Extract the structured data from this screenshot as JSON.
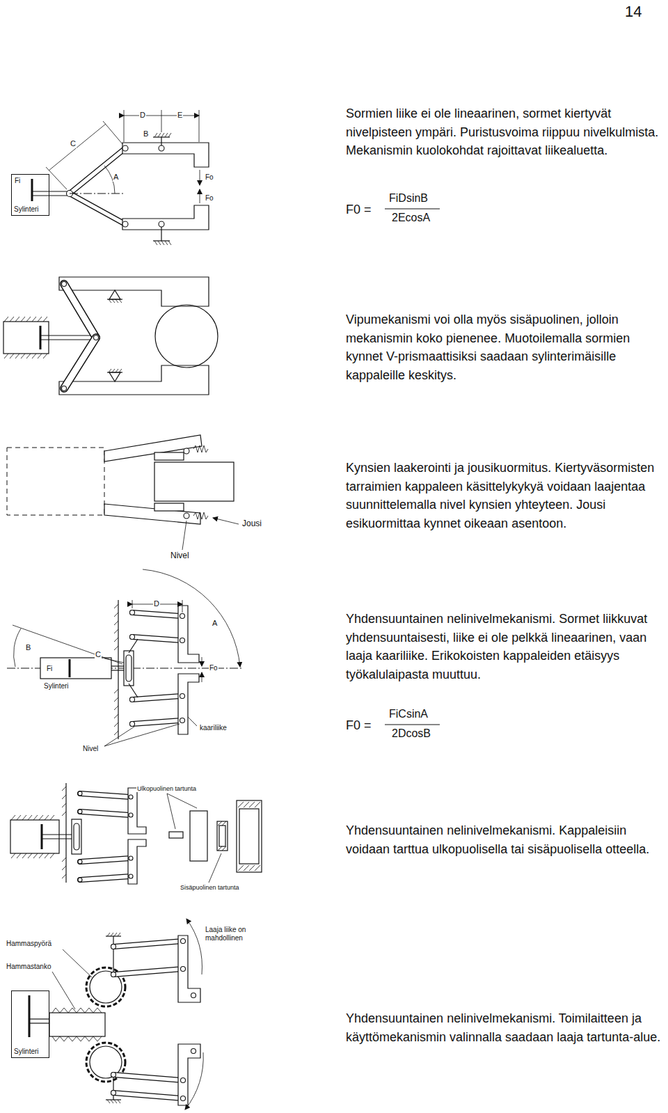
{
  "diagram": {
    "nodes": [
      {
        "text": [
          "Fi",
          "Sylinteri"
        ]
      },
      {
        "text": [
          "Sylinteri"
        ]
      }
    ],
    "labels": [
      "14",
      "Sormien liike ei ole lineaarinen, sormet kiertyvät nivelpisteen ympäri. Puristusvoima riippuu nivelkulmista. Mekanismin kuolokohdat rajoittavat liikealuetta.",
      "F0 =",
      "FiDsinB",
      "2EcosA",
      "Vipumekanismi voi olla myös sisäpuolinen, jolloin mekanismin koko pienenee. Muotoilemalla sormien kynnet V-prismaattisiksi saadaan sylinterimäisille kappaleille keskitys.",
      "Kynsien laakerointi ja jousikuormitus. Kiertyväsormisten tarraimien kappaleen käsittelykykyä voidaan laajentaa suunnittelemalla nivel kynsien yhteyteen. Jousi esikuormittaa kynnet oikeaan asentoon.",
      "Yhdensuuntainen nelinivelmekanismi. Sormet liikkuvat yhdensuuntaisesti, liike ei ole pelkkä lineaarinen, vaan laaja kaariliike. Erikokoisten kappaleiden etäisyys työkalulaipasta muuttuu.",
      "F0 =",
      "FiCsinA",
      "2DcosB",
      "Yhdensuuntainen nelinivelmekanismi. Kappaleisiin voidaan tarttua ulkopuolisella tai sisäpuolisella otteella.",
      "Yhdensuuntainen nelinivelmekanismi. Toimilaitteen ja käyttömekanismin valinnalla saadaan laaja tartunta-alue.",
      "D",
      "E",
      "C",
      "B",
      "A",
      "Fo",
      "Fo",
      "Jousi",
      "Nivel",
      "D",
      "A",
      "B",
      "C",
      "Fi",
      "Sylinteri",
      "Fo",
      "kaariliike",
      "Nivel",
      "Ulkopuolinen tartunta",
      "Sisäpuolinen tartunta",
      "Hammaspyörä",
      "Hammastanko",
      "Laaja liike on mahdollinen"
    ]
  }
}
